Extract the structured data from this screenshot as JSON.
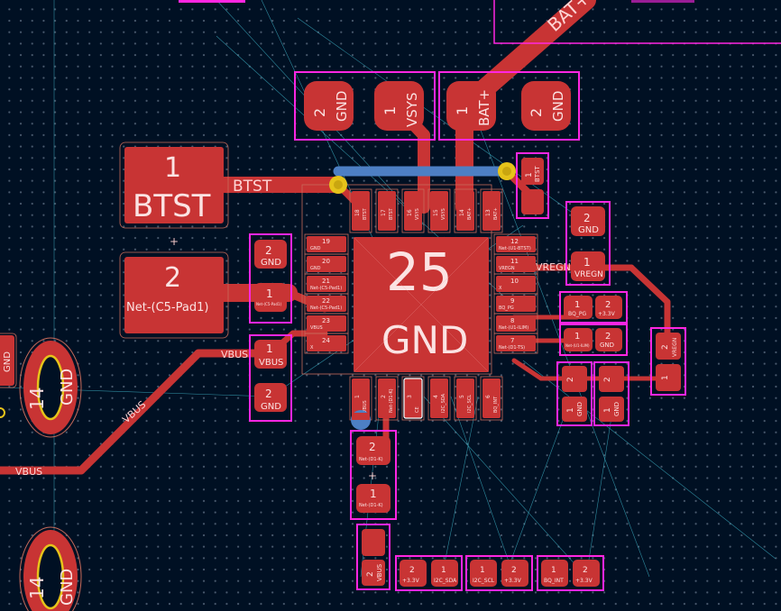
{
  "app": {
    "view": "PCB layout editor canvas"
  },
  "colors": {
    "background": "#001023",
    "copper_front": "#c83434",
    "copper_back": "#4d7fc4",
    "courtyard": "#ff26e2",
    "ratsnest": "#3fb5c9",
    "via": "#e6c31a"
  },
  "nets": {
    "btst": "BTST",
    "vbus": "VBUS",
    "vregn": "VREGN",
    "bat_plus": "BAT+",
    "vsys": "VSYS",
    "gnd": "GND"
  },
  "pads": {
    "big_btst_num": "1",
    "big_btst_net": "BTST",
    "big_c5_num": "2",
    "big_c5_net": "Net-(C5-Pad1)",
    "gnd_tl_num": "2",
    "vsys_num": "1",
    "batp_num": "1",
    "gnd_tr_num": "2",
    "ep_num": "25",
    "ep_net": "GND",
    "j14a_num": "14",
    "j14a_net": "GND",
    "j14b_num": "14",
    "j14b_net": "GND",
    "left_edge_net": "GND",
    "cap_l1_num": "2",
    "cap_l1_net": "GND",
    "cap_l2_num": "1",
    "cap_l2_net": "Net-(C5-Pad1)",
    "cap_l3_num": "1",
    "cap_l3_net": "VBUS",
    "cap_l4_num": "2",
    "cap_l4_net": "GND",
    "cap_r1_num": "2",
    "cap_r1_net": "GND",
    "cap_r2_num": "1",
    "cap_r2_net": "VREGN",
    "btst_cap_num": "1",
    "btst_cap_net": "BTST",
    "vregn_cap_num2": "2",
    "vregn_cap_num1": "1",
    "vregn_cap_net": "VREGN",
    "bqpg_a_num": "1",
    "bqpg_a_net": "BQ_PG",
    "bqpg_b_num": "2",
    "bqpg_b_net": "+3.3V",
    "r_net_num": "1",
    "r_net_net": "Net-(U1-ILIM)",
    "r_gnd_num": "2",
    "r_gnd_net": "GND",
    "res_a_num2": "2",
    "res_a_num1": "1",
    "res_a_net": "GND",
    "res_b_num2": "2",
    "res_b_num1": "1",
    "res_b_net": "GND",
    "led_num2": "2",
    "led_net2": "Net-(D1-K)",
    "led_num1": "1",
    "led_net1": "Net-(D1-K)",
    "r_bot_num": "2",
    "r_bot_net": "VBUS",
    "hdr": [
      {
        "num": "2",
        "net": "+3.3V"
      },
      {
        "num": "1",
        "net": "I2C_SDA"
      },
      {
        "num": "1",
        "net": "I2C_SCL"
      },
      {
        "num": "2",
        "net": "+3.3V"
      },
      {
        "num": "1",
        "net": "BQ_INT"
      },
      {
        "num": "2",
        "net": "+3.3V"
      }
    ]
  },
  "ic_pins": {
    "left": [
      {
        "num": "19",
        "net": "GND"
      },
      {
        "num": "20",
        "net": "GND"
      },
      {
        "num": "21",
        "net": "Net-(C5-Pad1)"
      },
      {
        "num": "22",
        "net": "Net-(C5-Pad1)"
      },
      {
        "num": "23",
        "net": "VBUS"
      },
      {
        "num": "24",
        "net": "X"
      }
    ],
    "right": [
      {
        "num": "12",
        "net": "Net-(U1-BTST)"
      },
      {
        "num": "11",
        "net": "VREGN"
      },
      {
        "num": "10",
        "net": "X"
      },
      {
        "num": "9",
        "net": "BQ_PG"
      },
      {
        "num": "8",
        "net": "Net-(U1-ILIM)"
      },
      {
        "num": "7",
        "net": "Net-(D1-TS)"
      }
    ],
    "top": [
      {
        "num": "18",
        "net": "BTST"
      },
      {
        "num": "17",
        "net": "BTST"
      },
      {
        "num": "16",
        "net": "VSYS"
      },
      {
        "num": "15",
        "net": "VSYS"
      },
      {
        "num": "14",
        "net": "BAT+"
      },
      {
        "num": "13",
        "net": "BAT+"
      }
    ],
    "bottom": [
      {
        "num": "1",
        "net": "VBUS"
      },
      {
        "num": "2",
        "net": "Net-(D1-K)"
      },
      {
        "num": "3",
        "net": "CE"
      },
      {
        "num": "4",
        "net": "I2C_SDA"
      },
      {
        "num": "5",
        "net": "I2C_SCL"
      },
      {
        "num": "6",
        "net": "BQ_INT"
      }
    ]
  }
}
